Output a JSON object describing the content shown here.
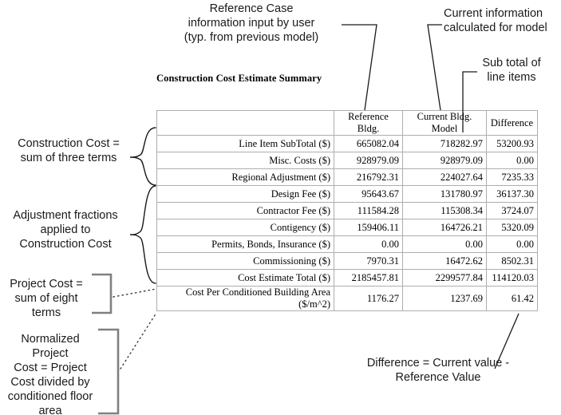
{
  "caption": "Construction Cost Estimate Summary",
  "table": {
    "headers": [
      "",
      "Reference Bldg.",
      "Current Bldg. Model",
      "Difference"
    ],
    "rows": [
      {
        "label": "Line Item SubTotal ($)",
        "reference": "665082.04",
        "current": "718282.97",
        "difference": "53200.93"
      },
      {
        "label": "Misc. Costs ($)",
        "reference": "928979.09",
        "current": "928979.09",
        "difference": "0.00"
      },
      {
        "label": "Regional Adjustment ($)",
        "reference": "216792.31",
        "current": "224027.64",
        "difference": "7235.33"
      },
      {
        "label": "Design Fee ($)",
        "reference": "95643.67",
        "current": "131780.97",
        "difference": "36137.30"
      },
      {
        "label": "Contractor Fee ($)",
        "reference": "111584.28",
        "current": "115308.34",
        "difference": "3724.07"
      },
      {
        "label": "Contigency ($)",
        "reference": "159406.11",
        "current": "164726.21",
        "difference": "5320.09"
      },
      {
        "label": "Permits, Bonds, Insurance ($)",
        "reference": "0.00",
        "current": "0.00",
        "difference": "0.00"
      },
      {
        "label": "Commissioning ($)",
        "reference": "7970.31",
        "current": "16472.62",
        "difference": "8502.31"
      },
      {
        "label": "Cost Estimate Total ($)",
        "reference": "2185457.81",
        "current": "2299577.84",
        "difference": "114120.03"
      },
      {
        "label": "Cost Per Conditioned Building Area ($/m^2)",
        "reference": "1176.27",
        "current": "1237.69",
        "difference": "61.42"
      }
    ]
  },
  "annotations": {
    "reference_case": "Reference Case\ninformation input by user\n(typ. from previous model)",
    "current_information": "Current information\ncalculated for model",
    "sub_total": "Sub total of\nline items",
    "construction_cost": "Construction Cost =\nsum of three terms",
    "adjustment_fractions": "Adjustment fractions\napplied to\nConstruction Cost",
    "project_cost": "Project Cost =\nsum of eight terms",
    "normalized_project_cost": "Normalized Project\nCost = Project\nCost divided by\nconditioned floor\narea",
    "difference": "Difference = Current value -\nReference Value"
  },
  "colors": {
    "background": "#ffffff",
    "text": "#1a1a1a",
    "table_border": "#aeaeae",
    "leader_line": "#1a1a1a",
    "bracket_gray": "#808080"
  }
}
